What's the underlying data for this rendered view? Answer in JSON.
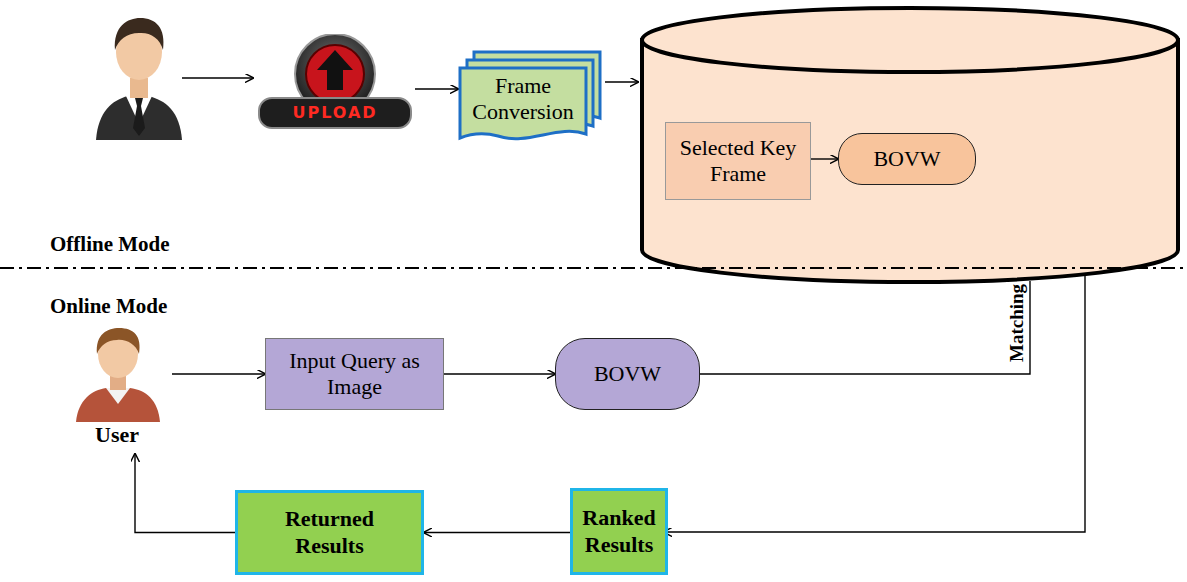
{
  "diagram": {
    "nodes": [
      {
        "text": [
          "UPLOAD"
        ]
      },
      {
        "text": [
          "Frame Conversion"
        ]
      },
      {
        "text": [
          "Selected Key Frame"
        ]
      },
      {
        "text": [
          "BOVW"
        ]
      },
      {
        "text": [
          "User"
        ]
      },
      {
        "text": [
          "Input Query as Image"
        ]
      },
      {
        "text": [
          "BOVW"
        ]
      },
      {
        "text": [
          "Ranked Results"
        ]
      },
      {
        "text": [
          "Returned Results"
        ]
      }
    ],
    "edges": [
      {
        "from": 0,
        "to": 1,
        "arrow": "to"
      },
      {
        "from": 2,
        "to": 3,
        "arrow": "to"
      },
      {
        "from": 4,
        "to": 5,
        "arrow": "to"
      },
      {
        "from": 5,
        "to": 6,
        "arrow": "to"
      },
      {
        "from": 7,
        "to": 8,
        "arrow": "to"
      },
      {
        "from": 8,
        "to": 4,
        "arrow": "to"
      }
    ],
    "labels": [
      "Offline Mode",
      "Online Mode",
      "Matching"
    ]
  }
}
